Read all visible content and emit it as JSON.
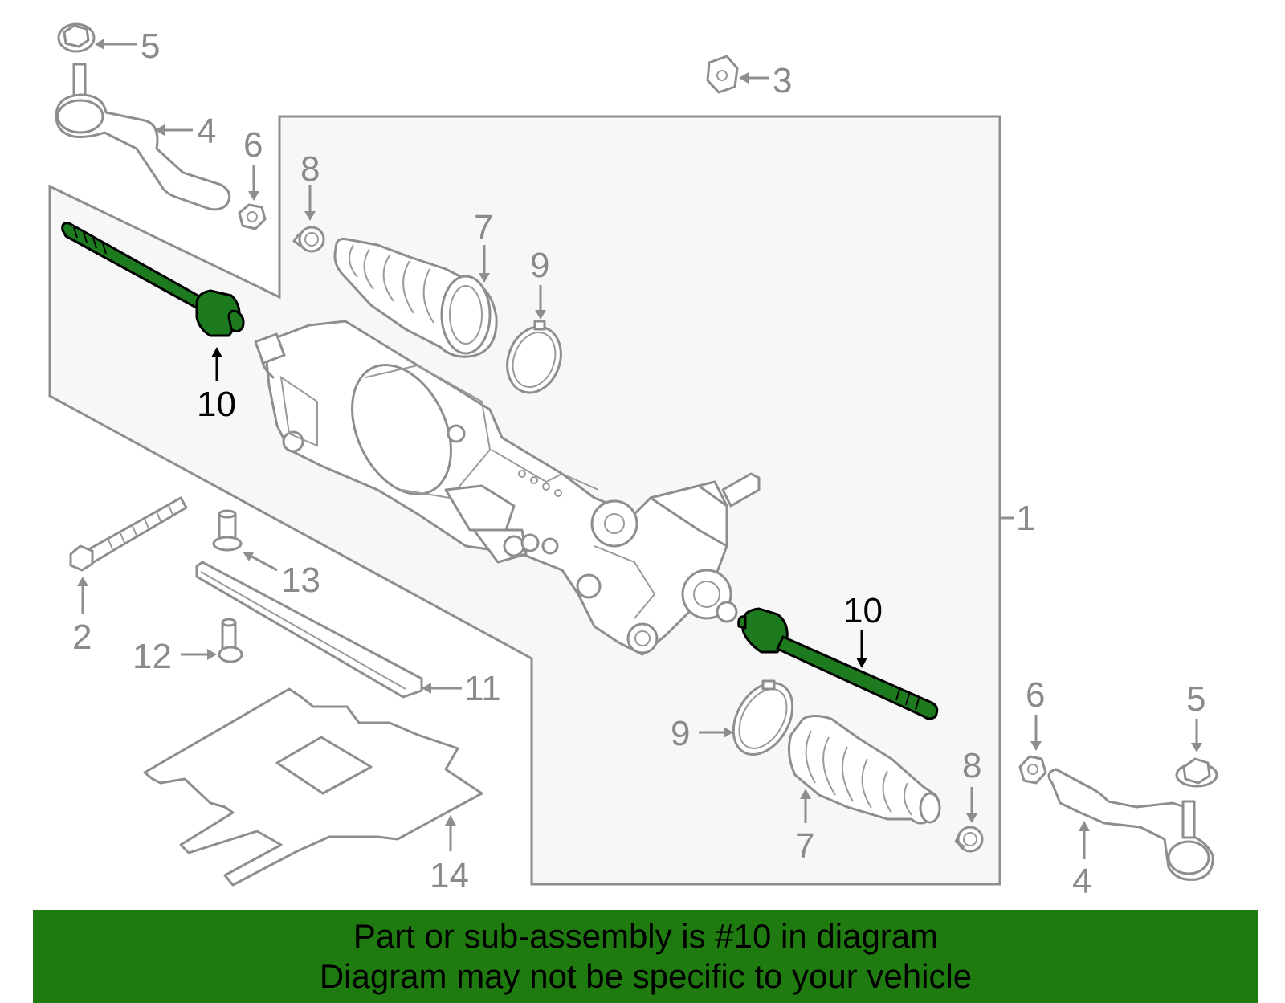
{
  "callouts": {
    "c1": "1",
    "c2": "2",
    "c3": "3",
    "c4_left": "4",
    "c4_right": "4",
    "c5_left": "5",
    "c5_right": "5",
    "c6_left": "6",
    "c6_right": "6",
    "c7_left": "7",
    "c7_right": "7",
    "c8_left": "8",
    "c8_right": "8",
    "c9_left": "9",
    "c9_right": "9",
    "c10_left": "10",
    "c10_right": "10",
    "c11": "11",
    "c12": "12",
    "c13": "13",
    "c14": "14"
  },
  "highlighted_part": "10",
  "colors": {
    "highlight_part": "#1e7a1e",
    "banner": "#1f7a10",
    "line_art": "#8e8e8e",
    "box_fill": "#f7f7f7"
  },
  "caption": {
    "line1": "Part or sub-assembly is #10 in diagram",
    "line2": "Diagram may not be specific to your vehicle"
  }
}
